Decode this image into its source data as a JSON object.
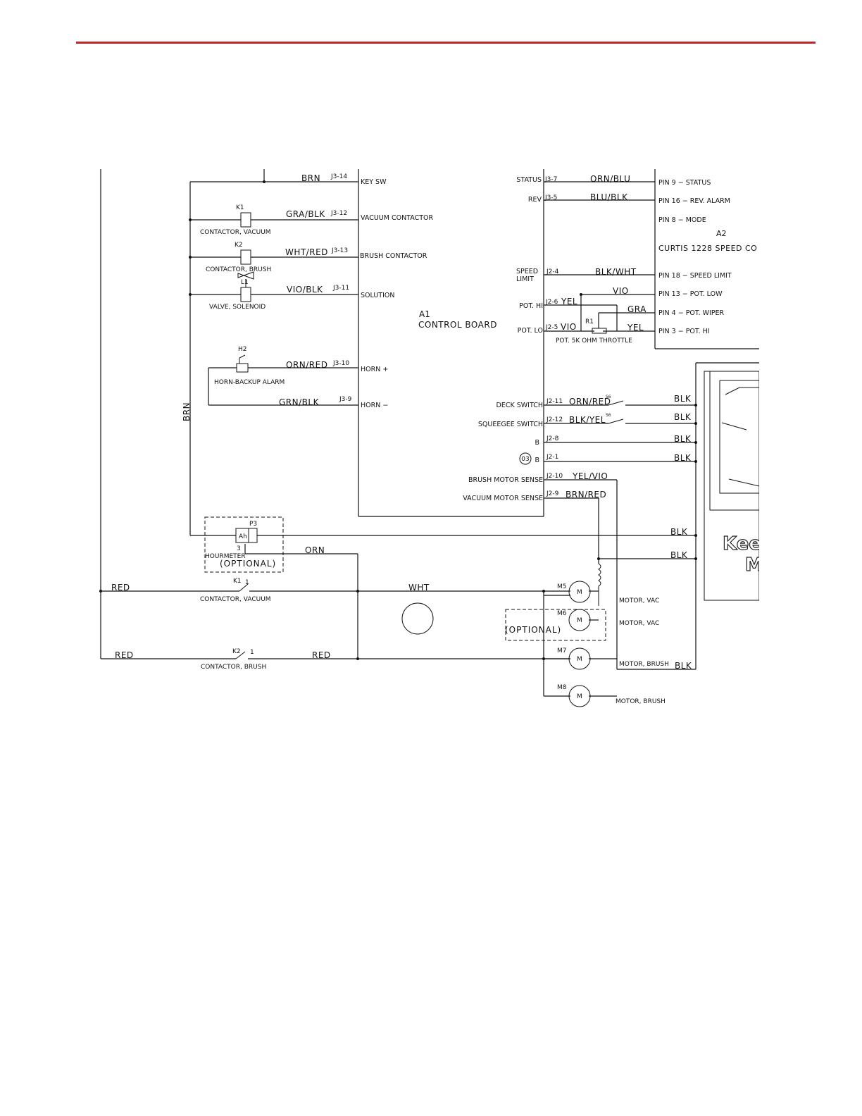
{
  "header": {
    "rule_color": "#c0272d"
  },
  "components": {
    "k1": "K1",
    "k1_name": "CONTACTOR, VACUUM",
    "k2": "K2",
    "k2_name": "CONTACTOR, BRUSH",
    "l1": "L1",
    "l1_name": "VALVE, SOLENOID",
    "h2": "H2",
    "h2_name": "HORN-BACKUP ALARM",
    "p3": "P3",
    "p3_symbol": "Ah",
    "p3_pin": "3",
    "p3_name": "HOURMETER",
    "optional": "(OPTIONAL)",
    "a1": "A1",
    "a1_name": "CONTROL BOARD",
    "a2": "A2",
    "a2_name": "CURTIS 1228 SPEED CO",
    "r1": "R1",
    "r1_name": "POT. 5K OHM THROTTLE",
    "k1_contact": "K1",
    "k1_contact_pin": "1",
    "k1_contact_name": "CONTACTOR, VACUUM",
    "k2_contact": "K2",
    "k2_contact_pin": "1",
    "k2_contact_name": "CONTACTOR, BRUSH",
    "m5": "M5",
    "m6": "M6",
    "m7": "M7",
    "m8": "M8",
    "motor_symbol": "M",
    "m5_name": "MOTOR, VAC",
    "m6_name": "MOTOR, VAC",
    "m7_name": "MOTOR, BRUSH",
    "m8_name": "MOTOR, BRUSH",
    "ref_03": "03",
    "s6a": "S6",
    "s6b": "S6",
    "keep_text_1": "Keep",
    "keep_text_2": "M"
  },
  "wires": {
    "brn_top": "BRN",
    "brn_vertical": "BRN",
    "gra_blk": "GRA/BLK",
    "wht_red": "WHT/RED",
    "vio_blk": "VIO/BLK",
    "orn_red": "ORN/RED",
    "grn_blk": "GRN/BLK",
    "orn_blu": "ORN/BLU",
    "blu_blk": "BLU/BLK",
    "blk_wht": "BLK/WHT",
    "vio": "VIO",
    "gra": "GRA",
    "yel": "YEL",
    "yel_j2_6": "YEL",
    "vio_j2_5": "VIO",
    "orn_red_deck": "ORN/RED",
    "blk_yel": "BLK/YEL",
    "yel_vio": "YEL/VIO",
    "brn_red": "BRN/RED",
    "blk_1": "BLK",
    "blk_2": "BLK",
    "blk_3": "BLK",
    "blk_4": "BLK",
    "blk_5": "BLK",
    "blk_6": "BLK",
    "blk_7": "BLK",
    "orn": "ORN",
    "red_1": "RED",
    "red_2": "RED",
    "red_3": "RED",
    "wht": "WHT"
  },
  "connectors": {
    "j3_14": "J3-14",
    "j3_12": "J3-12",
    "j3_13": "J3-13",
    "j3_11": "J3-11",
    "j3_10": "J3-10",
    "j3_9": "J3-9",
    "j3_7": "J3-7",
    "j3_5": "J3-5",
    "j2_4": "J2-4",
    "j2_6": "J2-6",
    "j2_5": "J2-5",
    "j2_11": "J2-11",
    "j2_12": "J2-12",
    "j2_8": "J2-8",
    "j2_1": "J2-1",
    "j2_10": "J2-10",
    "j2_9": "J2-9"
  },
  "a1_pins": {
    "key_sw": "KEY SW",
    "vacuum_contactor": "VACUUM CONTACTOR",
    "brush_contactor": "BRUSH CONTACTOR",
    "solution": "SOLUTION",
    "horn_plus": "HORN +",
    "horn_minus": "HORN −",
    "status": "STATUS",
    "rev": "REV",
    "speed": "SPEED",
    "limit": "LIMIT",
    "pot_hi": "POT. HI",
    "pot_lo": "POT. LO",
    "deck_switch": "DECK SWITCH",
    "squeegee_switch": "SQUEEGEE SWITCH",
    "b_1": "B",
    "b_2": "B",
    "brush_motor_sense": "BRUSH MOTOR SENSE",
    "vacuum_motor_sense": "VACUUM MOTOR SENSE"
  },
  "a2_pins": {
    "pin9": "PIN 9 − STATUS",
    "pin16": "PIN 16 − REV. ALARM",
    "pin8": "PIN 8 − MODE",
    "pin18": "PIN 18 − SPEED LIMIT",
    "pin13": "PIN 13 − POT. LOW",
    "pin4": "PIN 4 − POT. WIPER",
    "pin3": "PIN 3 − POT. HI"
  }
}
